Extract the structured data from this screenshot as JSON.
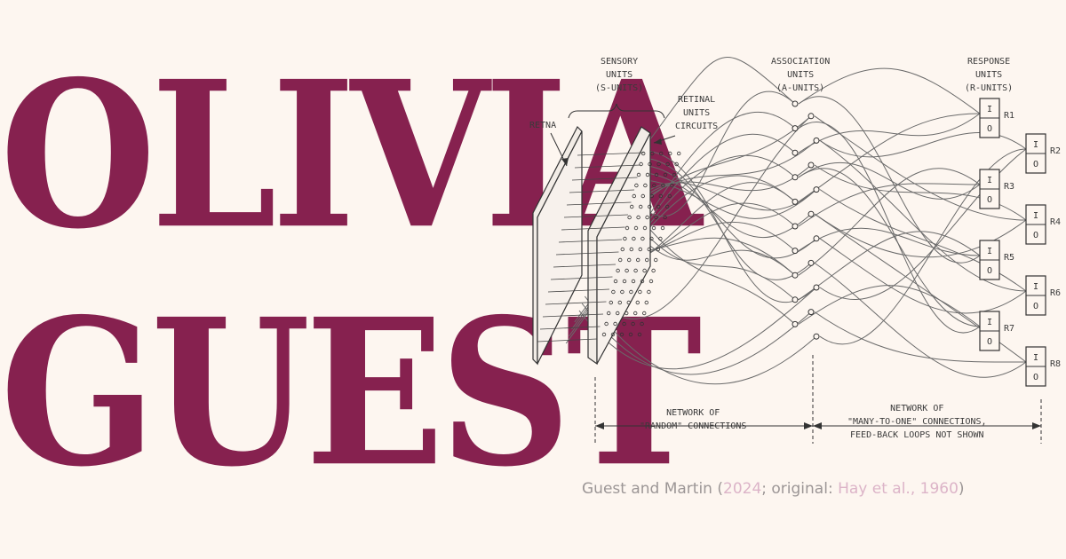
{
  "title": {
    "first_name": "OLIVIA",
    "last_name": "GUEST",
    "color": "#86214f"
  },
  "diagram": {
    "labels": {
      "sensory_units": "SENSORY\nUNITS\n(S-UNITS)",
      "association_units": "ASSOCIATION\nUNITS\n(A-UNITS)",
      "response_units": "RESPONSE\nUNITS\n(R-UNITS)",
      "retina": "RETNA",
      "retinal_units": "RETINAL\nUNITS\nCIRCUITS",
      "random_network": "NETWORK OF\n\"RANDOM\" CONNECTIONS",
      "many_to_one_network": "NETWORK OF\n\"MANY-TO-ONE\" CONNECTIONS,\nFEED-BACK LOOPS NOT SHOWN"
    },
    "response_units": [
      {
        "label": "R1",
        "top": "I",
        "bottom": "O"
      },
      {
        "label": "R2",
        "top": "I",
        "bottom": "O"
      },
      {
        "label": "R3",
        "top": "I",
        "bottom": "O"
      },
      {
        "label": "R4",
        "top": "I",
        "bottom": "O"
      },
      {
        "label": "R5",
        "top": "I",
        "bottom": "O"
      },
      {
        "label": "R6",
        "top": "I",
        "bottom": "O"
      },
      {
        "label": "R7",
        "top": "I",
        "bottom": "O"
      },
      {
        "label": "R8",
        "top": "I",
        "bottom": "O"
      }
    ]
  },
  "caption": {
    "prefix": "Guest and Martin (",
    "year": "2024",
    "middle": "; original: ",
    "original": "Hay et al., 1960",
    "suffix": ")"
  }
}
